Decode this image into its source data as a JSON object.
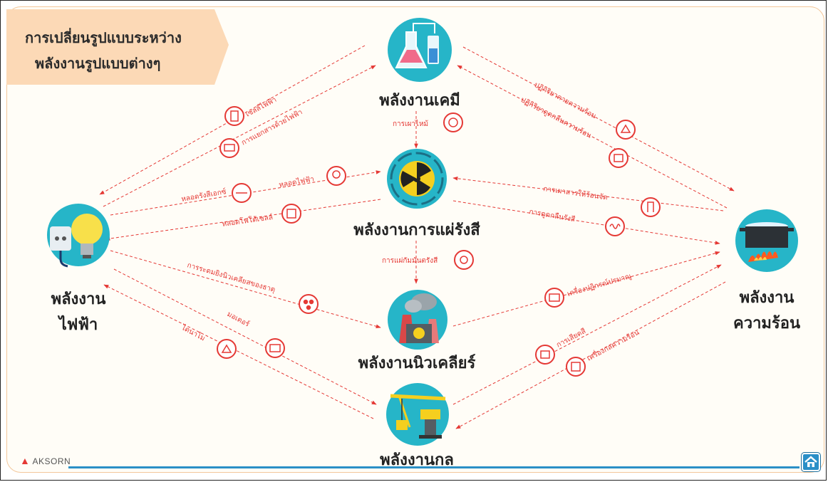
{
  "title": {
    "line1": "การเปลี่ยนรูปแบบระหว่าง",
    "line2": "พลังงานรูปแบบต่างๆ"
  },
  "nodes": {
    "chemical": "พลังงานเคมี",
    "radiation": "พลังงานการแผ่รังสี",
    "nuclear": "พลังงานนิวเคลียร์",
    "mechanical": "พลังงานกล",
    "electric_line1": "พลังงาน",
    "electric_line2": "ไฟฟ้า",
    "heat_line1": "พลังงาน",
    "heat_line2": "ความร้อน"
  },
  "labels": {
    "battery": "เซลล์ไฟฟ้า",
    "electrolysis": "การแยกสารด้วยไฟฟ้า",
    "combustion": "การเผาไหม้",
    "exothermic": "ปฏิกิริยาคายความร้อน",
    "endothermic": "ปฏิกิริยาดูดกลืนความร้อน",
    "xray_tube": "หลอดรังสีเอกซ์",
    "light_bulb": "หลอดไฟฟ้า",
    "photocell": "หลอดโฟโต้เซลล์",
    "heating": "การเผาสารให้ร้อนจัด",
    "absorb_radiation": "การดูดกลืนรังสี",
    "radioactive_decay": "การแผ่กัมมันตรังสี",
    "fusion": "การระดมยิงนิวเคลียสของธาตุ",
    "reactor": "เครื่องปฏิกรณ์ปรมาณู",
    "motor": "มอเตอร์",
    "dynamo": "ไดนาโม",
    "friction": "การเสียดสี",
    "heat_engine": "เครื่องกลความร้อน"
  },
  "footer": {
    "brand": "AKSORN"
  },
  "colors": {
    "accent": "#e53935",
    "node_circle": "#26b5c8",
    "title_bg": "#fcd9b6",
    "card_border": "#f3c79a",
    "bar": "#2a8fc7"
  },
  "icons": [
    "flask-icon",
    "radiation-icon",
    "nuclear-plant-icon",
    "crane-icon",
    "plug-bulb-icon",
    "cooking-pot-icon",
    "home-icon"
  ]
}
